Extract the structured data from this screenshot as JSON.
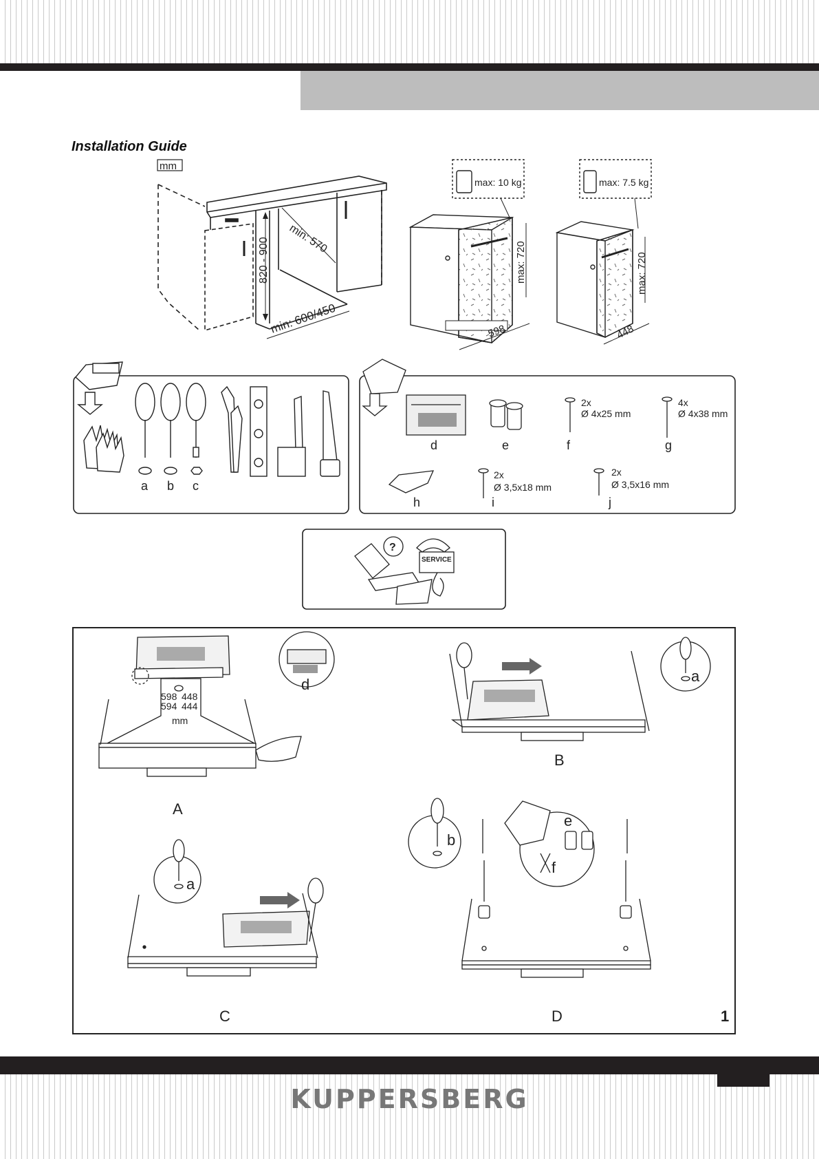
{
  "brand": "KUPPERSBERG",
  "title": "Installation Guide",
  "units": "mm",
  "cabinet": {
    "height": "820 - 900",
    "depth": "min: 570",
    "width": "min: 600/450"
  },
  "dishwasher_60": {
    "weight": "max: 10 kg",
    "height": "max: 720",
    "width": "598"
  },
  "dishwasher_45": {
    "weight": "max: 7.5 kg",
    "height": "max: 720",
    "width": "448"
  },
  "tools": {
    "labels": [
      "a",
      "b",
      "c"
    ]
  },
  "parts": {
    "d": "d",
    "e": "e",
    "f": {
      "label": "f",
      "qty": "2x",
      "size": "Ø 4x25 mm"
    },
    "g": {
      "label": "g",
      "qty": "4x",
      "size": "Ø 4x38 mm"
    },
    "h": "h",
    "i": {
      "label": "i",
      "qty": "2x",
      "size": "Ø 3,5x18 mm"
    },
    "j": {
      "label": "j",
      "qty": "2x",
      "size": "Ø 3,5x16 mm"
    }
  },
  "service_label": "SERVICE",
  "question_mark": "?",
  "steps": {
    "A": {
      "label": "A",
      "dim_row1": [
        "598",
        "448"
      ],
      "dim_row2": [
        "594",
        "444"
      ],
      "unit": "mm",
      "template": "d"
    },
    "B": {
      "label": "B",
      "tool": "a"
    },
    "C": {
      "label": "C",
      "tool": "a"
    },
    "D": {
      "label": "D",
      "tool": "b",
      "bag_e": "e",
      "bag_f": "f"
    }
  },
  "page_number": "1"
}
